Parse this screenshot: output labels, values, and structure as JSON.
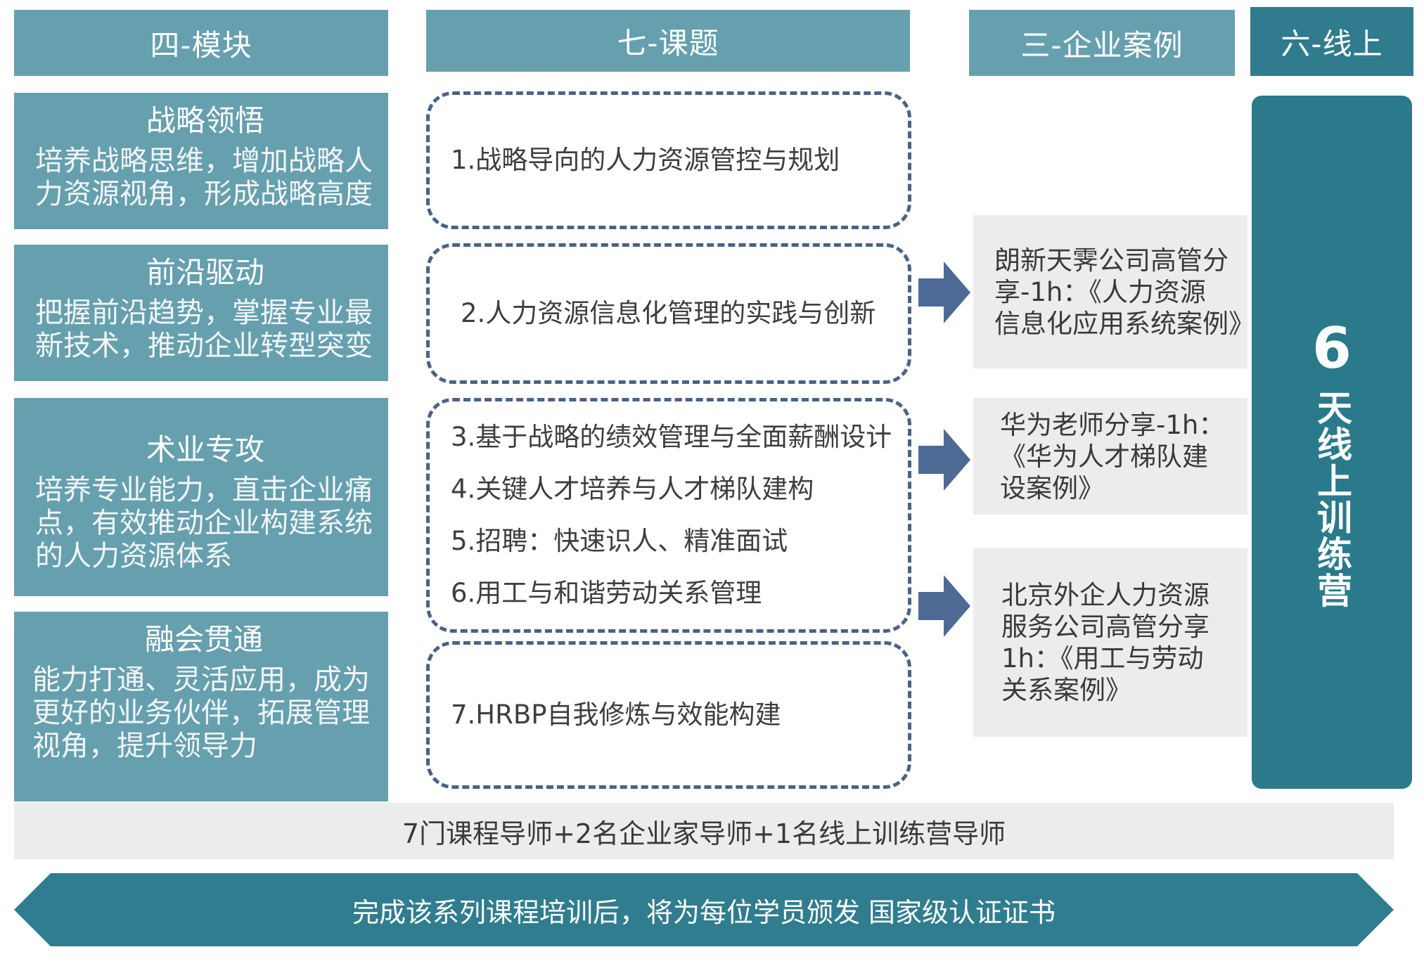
{
  "headers": {
    "modules": "四-模块",
    "topics": "七-课题",
    "cases": "三-企业案例",
    "online": "六-线上"
  },
  "modules": [
    {
      "title": "战略领悟",
      "desc": [
        "培养战略思维，增加战略人",
        "力资源视角，形成战略高度"
      ]
    },
    {
      "title": "前沿驱动",
      "desc": [
        "把握前沿趋势，掌握专业最",
        "新技术，推动企业转型突变"
      ]
    },
    {
      "title": "术业专攻",
      "desc": [
        "培养专业能力，直击企业痛",
        "点，有效推动企业构建系统",
        "的人力资源体系"
      ]
    },
    {
      "title": "融会贯通",
      "desc": [
        "能力打通、灵活应用，成为",
        "更好的业务伙伴，拓展管理",
        "视角，提升领导力"
      ]
    }
  ],
  "topics": [
    [
      "1.战略导向的人力资源管控与规划"
    ],
    [
      "2.人力资源信息化管理的实践与创新"
    ],
    [
      "3.基于战略的绩效管理与全面薪酬设计",
      "4.关键人才培养与人才梯队建构",
      "5.招聘：快速识人、精准面试",
      "6.用工与和谐劳动关系管理"
    ],
    [
      "7.HRBP自我修炼与效能构建"
    ]
  ],
  "cases": [
    [
      "朗新天霁公司高管分",
      "享-1h：《人力资源",
      "信息化应用系统案例》"
    ],
    [
      "华为老师分享-1h：",
      "《华为人才梯队建",
      "设案例》"
    ],
    [
      "北京外企人力资源",
      "服务公司高管分享",
      "1h：《用工与劳动",
      "关系案例》"
    ]
  ],
  "online_bar": {
    "number": "6",
    "text": "天线上训练营"
  },
  "mentors": "7门课程导师+2名企业家导师+1名线上训练营导师",
  "banner": "完成该系列课程培训后，将为每位学员颁发 国家级认证证书",
  "colors": {
    "module_bg": "#66a0ae",
    "dark_teal": "#2b7a8c",
    "dashed_border": "#4a6285",
    "arrow": "#4c6a93",
    "case_bg": "#ececec"
  }
}
